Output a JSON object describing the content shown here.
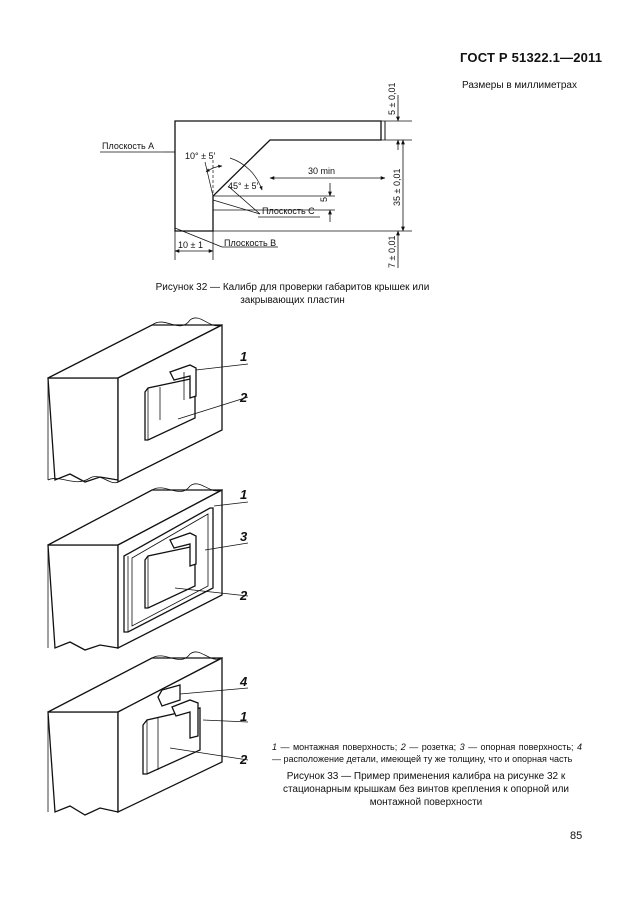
{
  "header": {
    "standard": "ГОСТ Р 51322.1—2011"
  },
  "fig32": {
    "units_note": "Размеры в миллиметрах",
    "labels": {
      "plane_a": "Плоскость А",
      "plane_b": "Плоскость B",
      "plane_c": "Плоскость С",
      "angle_10": "10° ± 5′",
      "angle_45": "45° ± 5′",
      "dim_30min": "30 min",
      "dim_5": "5",
      "dim_10": "10 ± 1",
      "dim_5v": "5 ± 0,01",
      "dim_35": "35 ± 0,01",
      "dim_7": "7 ± 0,01"
    },
    "caption": "Рисунок 32 — Калибр для проверки габаритов крышек или закрывающих пластин"
  },
  "fig33": {
    "callouts": [
      "1",
      "2",
      "1",
      "3",
      "2",
      "4",
      "1",
      "2"
    ],
    "legend": {
      "n1": "1",
      "t1": " — монтажная поверхность; ",
      "n2": "2",
      "t2": " — розетка; ",
      "n3": "3",
      "t3": " — опорная поверхность; ",
      "n4": "4",
      "t4": " — расположение детали, имеющей ту же толщину, что и опорная часть"
    },
    "caption": "Рисунок 33 — Пример применения калибра на рисунке 32 к стационарным крышкам без винтов крепления к опорной или монтажной поверхности"
  },
  "footer": {
    "page_number": "85"
  }
}
